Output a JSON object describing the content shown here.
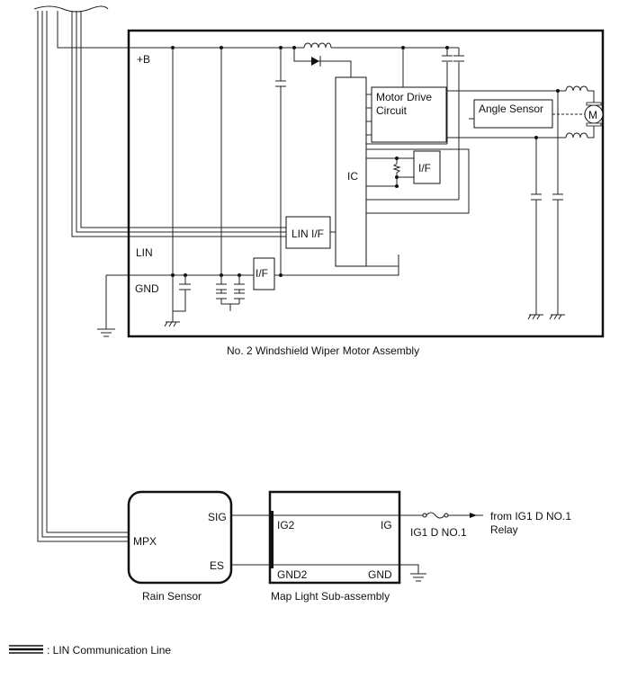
{
  "assembly_label": "No. 2 Windshield Wiper Motor Assembly",
  "terminals": {
    "plus_b": "+B",
    "lin": "LIN",
    "gnd": "GND"
  },
  "blocks": {
    "motor_drive": [
      "Motor Drive",
      "Circuit"
    ],
    "angle_sensor": "Angle Sensor",
    "ic": "IC",
    "if_small": "I/F",
    "lin_if": "LIN I/F",
    "if_lower": "I/F",
    "motor_symbol": "M"
  },
  "rain_sensor": {
    "label": "Rain Sensor",
    "sig": "SIG",
    "mpx": "MPX",
    "es": "ES"
  },
  "map_light": {
    "label": "Map Light Sub-assembly",
    "ig2": "IG2",
    "ig": "IG",
    "gnd2": "GND2",
    "gnd": "GND"
  },
  "fuse_label": "IG1 D NO.1",
  "source_label": [
    "from IG1 D NO.1",
    "Relay"
  ],
  "legend_label": ": LIN Communication Line"
}
